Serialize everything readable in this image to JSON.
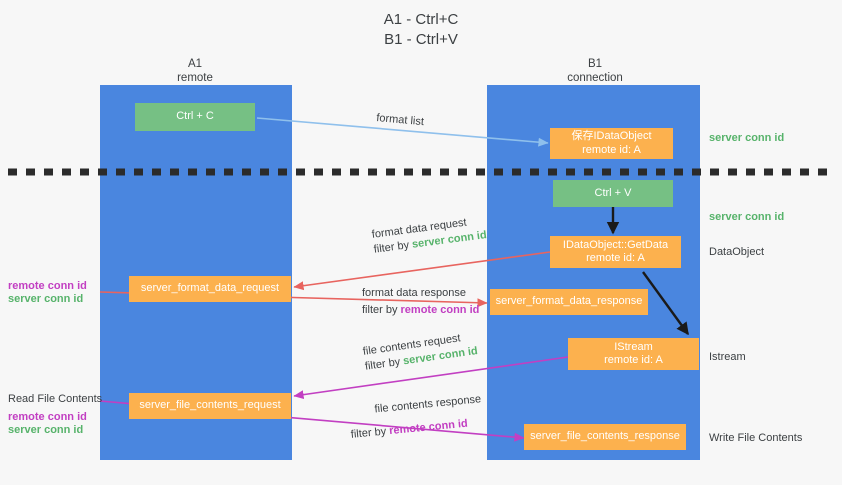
{
  "title": "A1 - Ctrl+C\nB1 - Ctrl+V",
  "colors": {
    "lane_blue": "#4a86df",
    "box_green": "#76c084",
    "box_orange": "#fcb14e",
    "server_conn_green": "#57b36b",
    "remote_conn_purple": "#c23fc2",
    "arrow_blue": "#8fc0ec",
    "arrow_red": "#e8645f",
    "arrow_magenta": "#c23fc2",
    "arrow_black": "#1a1a1a",
    "background": "#f7f7f7"
  },
  "columns": [
    {
      "id": "a1",
      "title": "A1",
      "subtitle": "remote"
    },
    {
      "id": "b1",
      "title": "B1",
      "subtitle": "connection"
    }
  ],
  "boxes": {
    "ctrl_c": "Ctrl + C",
    "ctrl_v": "Ctrl + V",
    "save_idataobject": "保存IDataObject\nremote id: A",
    "idataobject_getdata": "IDataObject::GetData\nremote id: A",
    "istream": "IStream\nremote id: A",
    "server_format_data_request": "server_format_data_request",
    "server_format_data_response": "server_format_data_response",
    "server_file_contents_request": "server_file_contents_request",
    "server_file_contents_response": "server_file_contents_response"
  },
  "right_notes": [
    {
      "id": "server-conn-id-1",
      "text": "server conn id",
      "style": "green"
    },
    {
      "id": "server-conn-id-2",
      "text": "server conn id",
      "style": "green"
    },
    {
      "id": "dataobject",
      "text": "DataObject",
      "style": "plain"
    },
    {
      "id": "istream",
      "text": "Istream",
      "style": "plain"
    },
    {
      "id": "write-file-contents",
      "text": "Write File Contents",
      "style": "plain"
    }
  ],
  "left_notes": [
    {
      "id": "remote-conn-id-1",
      "text": "remote conn id",
      "style": "purple"
    },
    {
      "id": "server-conn-id-1",
      "text": "server conn id",
      "style": "green"
    },
    {
      "id": "read-file-contents",
      "text": "Read File Contents",
      "style": "plain"
    },
    {
      "id": "remote-conn-id-2",
      "text": "remote conn id",
      "style": "purple"
    },
    {
      "id": "server-conn-id-2",
      "text": "server conn id",
      "style": "green"
    }
  ],
  "arrow_labels": {
    "format_list": "format list",
    "format_data_request": "format data request",
    "format_data_request_filter_prefix": "filter by ",
    "format_data_request_filter_value": "server conn id",
    "format_data_response": "format data response",
    "format_data_response_filter_prefix": "filter by ",
    "format_data_response_filter_value": "remote conn id",
    "file_contents_request": "file contents request",
    "file_contents_request_filter_prefix": "filter by ",
    "file_contents_request_filter_value": "server conn id",
    "file_contents_response": "file contents response",
    "file_contents_response_filter_prefix": "filter by ",
    "file_contents_response_filter_value": "remote conn id"
  }
}
